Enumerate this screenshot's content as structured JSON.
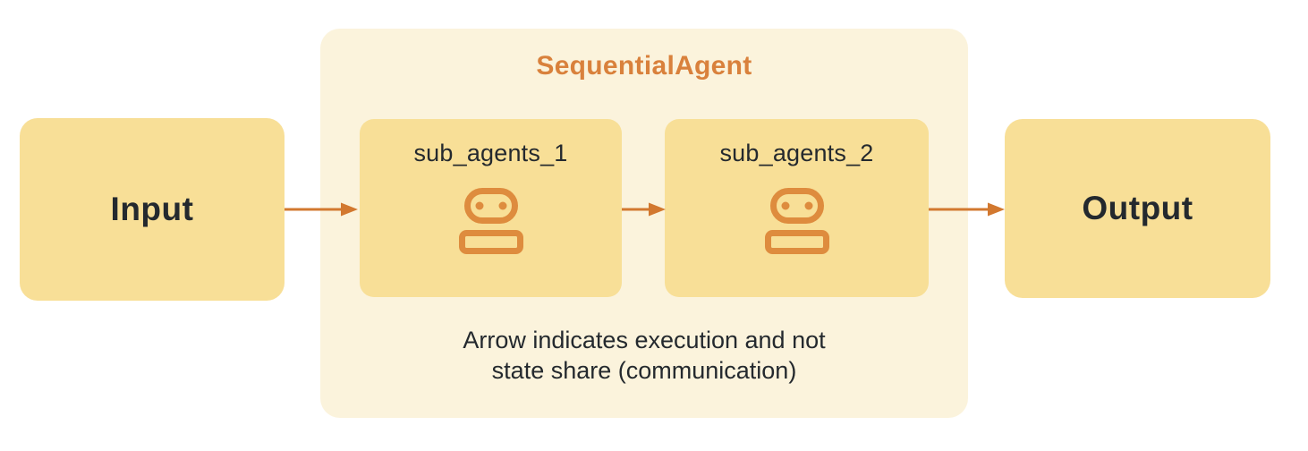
{
  "diagram": {
    "input_node": {
      "label": "Input"
    },
    "container": {
      "title": "SequentialAgent",
      "sub_agents": [
        {
          "label": "sub_agents_1",
          "icon": "robot-icon"
        },
        {
          "label": "sub_agents_2",
          "icon": "robot-icon"
        }
      ],
      "caption_line1": "Arrow indicates execution and not",
      "caption_line2": "state share (communication)"
    },
    "output_node": {
      "label": "Output"
    }
  },
  "colors": {
    "node-yellow": "#F8DF97",
    "container-cream": "#FBF3DC",
    "accent-orange": "#D9813C",
    "arrow-orange": "#D2782F",
    "icon-orange": "#DE8C3E",
    "text-dark": "#24292E",
    "page-bg": "#FFFFFF"
  }
}
